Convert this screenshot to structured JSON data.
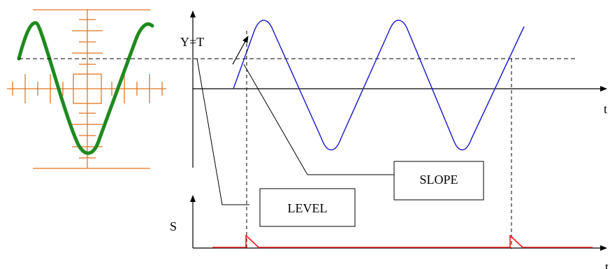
{
  "labels": {
    "y_equals_t": "Y=T",
    "t_axis_top": "t",
    "t_axis_bottom": "t",
    "s_axis": "S",
    "level": "LEVEL",
    "slope": "SLOPE"
  },
  "colors": {
    "scope_grid": "#e0751f",
    "scope_trace": "#1f8a1f",
    "signal": "#2222cc",
    "sync_pulse": "#ee1c1c",
    "ink": "#000000"
  }
}
